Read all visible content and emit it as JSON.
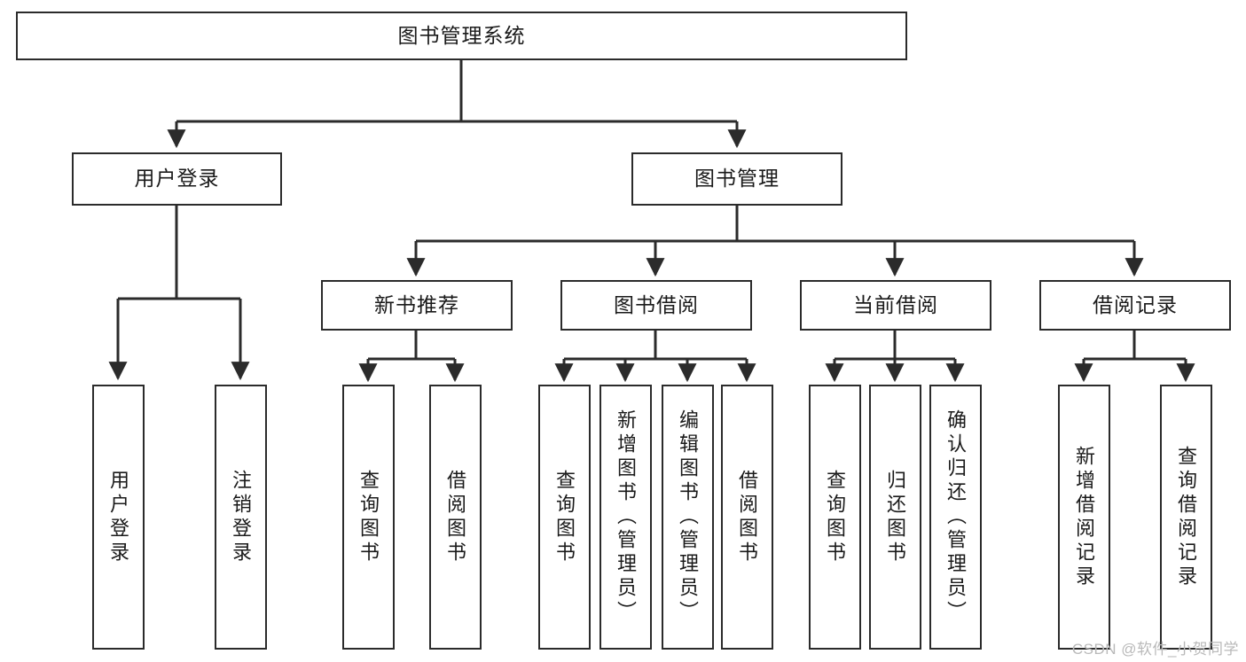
{
  "diagram": {
    "title": "图书管理系统",
    "type": "tree-hierarchy-diagram",
    "watermark": "CSDN @软件_小贺同学",
    "colors": {
      "stroke": "#2b2b2b",
      "fill": "#ffffff",
      "text": "#1a1a1a",
      "watermark": "#b9b9b9"
    },
    "root": {
      "label": "图书管理系统"
    },
    "level2": [
      {
        "id": "user-login",
        "label": "用户登录"
      },
      {
        "id": "book-manage",
        "label": "图书管理"
      }
    ],
    "level3": [
      {
        "id": "new-book-recommend",
        "label": "新书推荐",
        "parent": "book-manage"
      },
      {
        "id": "book-borrow",
        "label": "图书借阅",
        "parent": "book-manage"
      },
      {
        "id": "current-borrow",
        "label": "当前借阅",
        "parent": "book-manage"
      },
      {
        "id": "borrow-record",
        "label": "借阅记录",
        "parent": "book-manage"
      }
    ],
    "leaves": {
      "user-login": [
        {
          "id": "leaf-user-login",
          "label": "用户登录"
        },
        {
          "id": "leaf-user-logout",
          "label": "注销登录"
        }
      ],
      "new-book-recommend": [
        {
          "id": "leaf-query-book-1",
          "label": "查询图书"
        },
        {
          "id": "leaf-borrow-book-1",
          "label": "借阅图书"
        }
      ],
      "book-borrow": [
        {
          "id": "leaf-query-book-2",
          "label": "查询图书"
        },
        {
          "id": "leaf-add-book",
          "label": "新增图书（管理员）"
        },
        {
          "id": "leaf-edit-book",
          "label": "编辑图书（管理员）"
        },
        {
          "id": "leaf-borrow-book-2",
          "label": "借阅图书"
        }
      ],
      "current-borrow": [
        {
          "id": "leaf-query-book-3",
          "label": "查询图书"
        },
        {
          "id": "leaf-return-book",
          "label": "归还图书"
        },
        {
          "id": "leaf-confirm-return",
          "label": "确认归还（管理员）"
        }
      ],
      "borrow-record": [
        {
          "id": "leaf-add-record",
          "label": "新增借阅记录"
        },
        {
          "id": "leaf-query-record",
          "label": "查询借阅记录"
        }
      ]
    }
  }
}
